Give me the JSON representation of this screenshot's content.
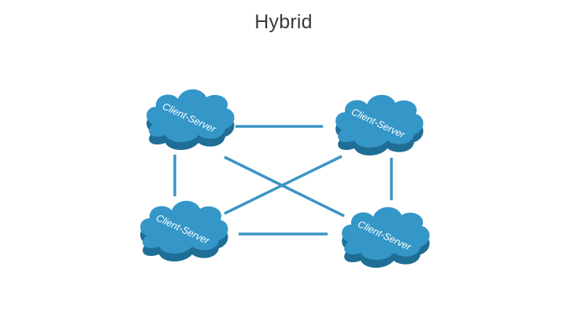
{
  "title": "Hybrid",
  "colors": {
    "cloud_top": "#3596c8",
    "cloud_side": "#1f6e96",
    "connector": "#3a95c4",
    "label": "#ffffff",
    "title": "#3a3a3a"
  },
  "nodes": [
    {
      "id": "top-left",
      "label": "Client-Server"
    },
    {
      "id": "top-right",
      "label": "Client-Server"
    },
    {
      "id": "bottom-left",
      "label": "Client-Server"
    },
    {
      "id": "bottom-right",
      "label": "Client-Server"
    }
  ],
  "connections": [
    {
      "from": "top-left",
      "to": "top-right"
    },
    {
      "from": "top-left",
      "to": "bottom-left"
    },
    {
      "from": "top-left",
      "to": "bottom-right"
    },
    {
      "from": "top-right",
      "to": "bottom-left"
    },
    {
      "from": "top-right",
      "to": "bottom-right"
    },
    {
      "from": "bottom-left",
      "to": "bottom-right"
    }
  ]
}
